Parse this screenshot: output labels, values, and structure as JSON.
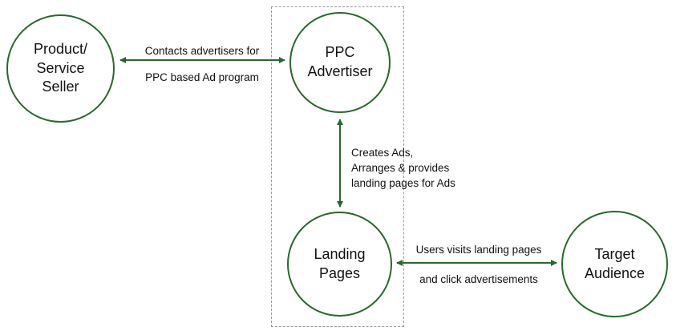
{
  "colors": {
    "node_border": "#2b662e",
    "arrow": "#2b662e",
    "text": "#111111",
    "dashed_border": "#9a9a9a"
  },
  "nodes": {
    "seller": {
      "label": "Product/\nService\nSeller"
    },
    "ppc": {
      "label": "PPC\nAdvertiser"
    },
    "landing": {
      "label": "Landing\nPages"
    },
    "audience": {
      "label": "Target\nAudience"
    }
  },
  "edges": {
    "seller_ppc": {
      "line1": "Contacts advertisers for",
      "line2": "PPC based Ad program"
    },
    "ppc_landing": {
      "label": "Creates Ads,\nArranges & provides\nlanding pages for Ads"
    },
    "landing_audience": {
      "line1": "Users visits landing pages",
      "line2": "and click advertisements"
    }
  }
}
